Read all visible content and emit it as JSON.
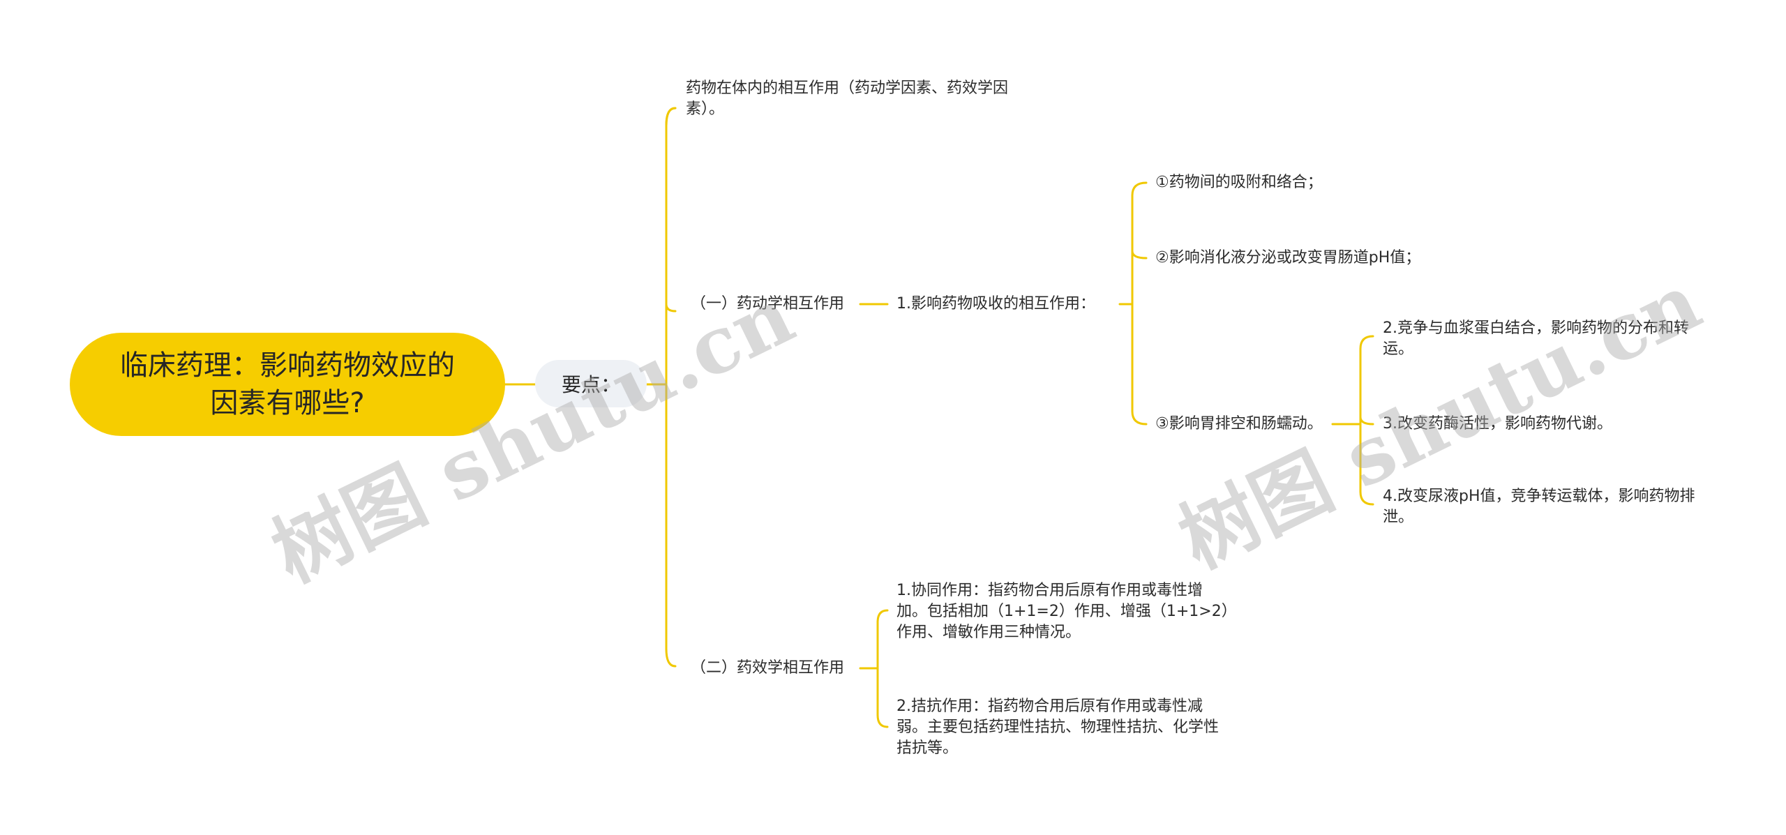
{
  "colors": {
    "root_fill": "#f6cd00",
    "subnode_fill": "#eef1f5",
    "connector": "#f0c800",
    "text": "#2b2b2b"
  },
  "watermark": "树图 shutu.cn",
  "root": {
    "title": "临床药理：影响药物效应的因素有哪些?"
  },
  "main": {
    "label": "要点："
  },
  "branches": {
    "intro": "药物在体内的相互作用（药动学因素、药效学因素）。",
    "pk": {
      "label": "（一）药动学相互作用",
      "absorption": {
        "label": "1.影响药物吸收的相互作用：",
        "items": [
          "①药物间的吸附和络合；",
          "②影响消化液分泌或改变胃肠道pH值；",
          "③影响胃排空和肠蠕动。"
        ]
      },
      "others": [
        "2.竞争与血浆蛋白结合，影响药物的分布和转运。",
        "3.改变药酶活性，影响药物代谢。",
        "4.改变尿液pH值，竞争转运载体，影响药物排泄。"
      ]
    },
    "pd": {
      "label": "（二）药效学相互作用",
      "items": [
        "1.协同作用：指药物合用后原有作用或毒性增加。包括相加（1+1=2）作用、增强（1+1>2）作用、增敏作用三种情况。",
        "2.拮抗作用：指药物合用后原有作用或毒性减弱。主要包括药理性拮抗、物理性拮抗、化学性拮抗等。"
      ]
    }
  }
}
